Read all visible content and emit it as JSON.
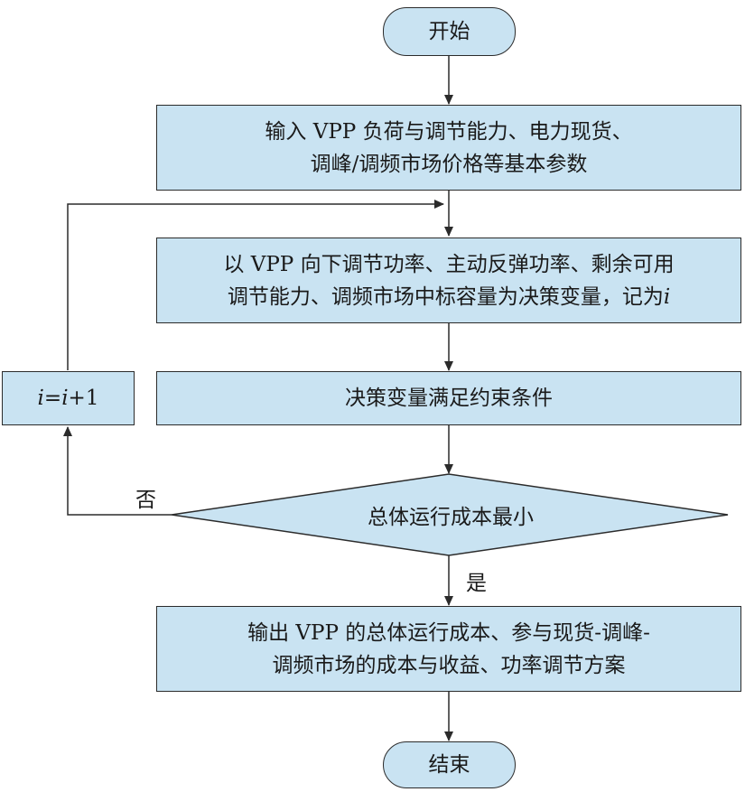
{
  "flowchart": {
    "start": "开始",
    "input_line1": "输入 VPP 负荷与调节能力、电力现货、",
    "input_line2": "调峰/调频市场价格等基本参数",
    "decision_vars_line1": "以 VPP 向下调节功率、主动反弹功率、剩余可用",
    "decision_vars_line2": "调节能力、调频市场中标容量为决策变量，记为",
    "decision_vars_symbol": "i",
    "constraint": "决策变量满足约束条件",
    "decision": "总体运行成本最小",
    "branch_no": "否",
    "branch_yes": "是",
    "increment_var1": "i",
    "increment_eq": "=",
    "increment_var2": "i",
    "increment_rest": "+1",
    "output_line1": "输出 VPP 的总体运行成本、参与现货-调峰-",
    "output_line2": "调频市场的成本与收益、功率调节方案",
    "end": "结束"
  },
  "colors": {
    "fill": "#c9e3f2",
    "stroke": "#2b2b2b"
  }
}
